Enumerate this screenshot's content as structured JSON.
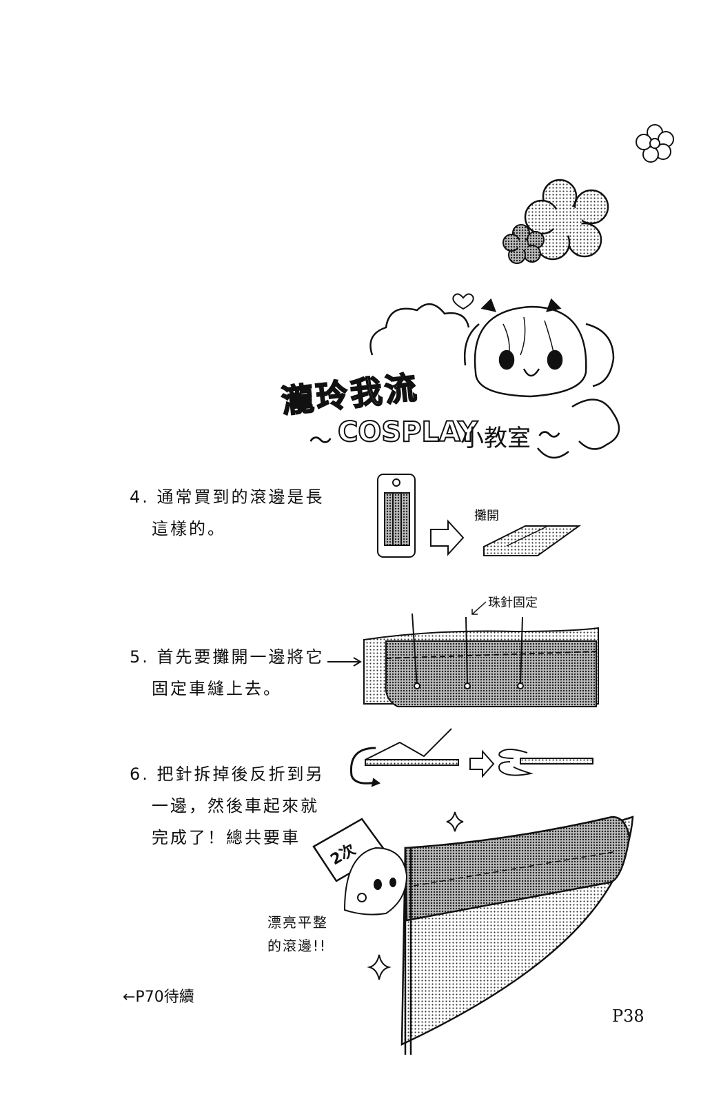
{
  "title": {
    "line1": "瀧玲我流",
    "brand": "COSPLAY",
    "suffix": "小教室",
    "tilde_left": "～",
    "tilde_right": "～"
  },
  "steps": [
    {
      "line1": "4. 通常買到的滾邊是長",
      "line2": "這樣的。"
    },
    {
      "line1": "5. 首先要攤開一邊將它",
      "line2": "固定車縫上去。"
    },
    {
      "line1": "6. 把針拆掉後反折到另",
      "line2": "一邊，然後車起來就",
      "line3": "完成了！總共要車"
    }
  ],
  "labels": {
    "spread": "攤開",
    "pin": "珠針固定",
    "sign": "2次",
    "result_line1": "漂亮平整",
    "result_line2": "的滾邊!!"
  },
  "footer": {
    "continued": "←P70待續",
    "page_number": "P38"
  }
}
